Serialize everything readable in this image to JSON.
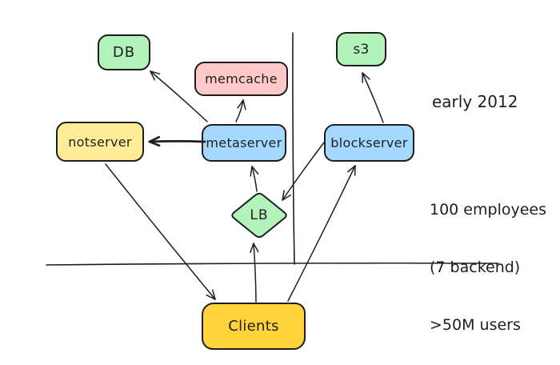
{
  "diagram": {
    "annotations": {
      "era": "early 2012",
      "stats": [
        "100 employees",
        "(7 backend)",
        ">50M users"
      ]
    },
    "nodes": [
      {
        "id": "db",
        "label": "DB",
        "shape": "rect",
        "fill": "#b2f2bb"
      },
      {
        "id": "memcache",
        "label": "memcache",
        "shape": "rect",
        "fill": "#ffc9c9"
      },
      {
        "id": "s3",
        "label": "s3",
        "shape": "rect",
        "fill": "#b2f2bb"
      },
      {
        "id": "notserver",
        "label": "notserver",
        "shape": "rect",
        "fill": "#ffec99"
      },
      {
        "id": "metaserver",
        "label": "metaserver",
        "shape": "rect",
        "fill": "#a5d8ff"
      },
      {
        "id": "blockserver",
        "label": "blockserver",
        "shape": "rect",
        "fill": "#a5d8ff"
      },
      {
        "id": "clients",
        "label": "Clients",
        "shape": "rect",
        "fill": "#ffd43b"
      },
      {
        "id": "lb",
        "label": "LB",
        "shape": "diamond",
        "fill": "#b2f2bb"
      }
    ],
    "edges": [
      {
        "from": "notserver",
        "to": "clients"
      },
      {
        "from": "clients",
        "to": "lb"
      },
      {
        "from": "clients",
        "to": "blockserver"
      },
      {
        "from": "blockserver",
        "to": "lb"
      },
      {
        "from": "lb",
        "to": "metaserver"
      },
      {
        "from": "metaserver",
        "to": "memcache"
      },
      {
        "from": "metaserver",
        "to": "db"
      },
      {
        "from": "metaserver",
        "to": "notserver"
      },
      {
        "from": "blockserver",
        "to": "s3"
      }
    ],
    "dividers": [
      {
        "id": "boundary-horizontal"
      },
      {
        "id": "boundary-vertical"
      }
    ],
    "colors": {
      "stroke": "#1e1e1e",
      "background": "#ffffff",
      "green": "#b2f2bb",
      "pink": "#ffc9c9",
      "blue": "#a5d8ff",
      "light_yellow": "#ffec99",
      "yellow": "#ffd43b"
    }
  }
}
